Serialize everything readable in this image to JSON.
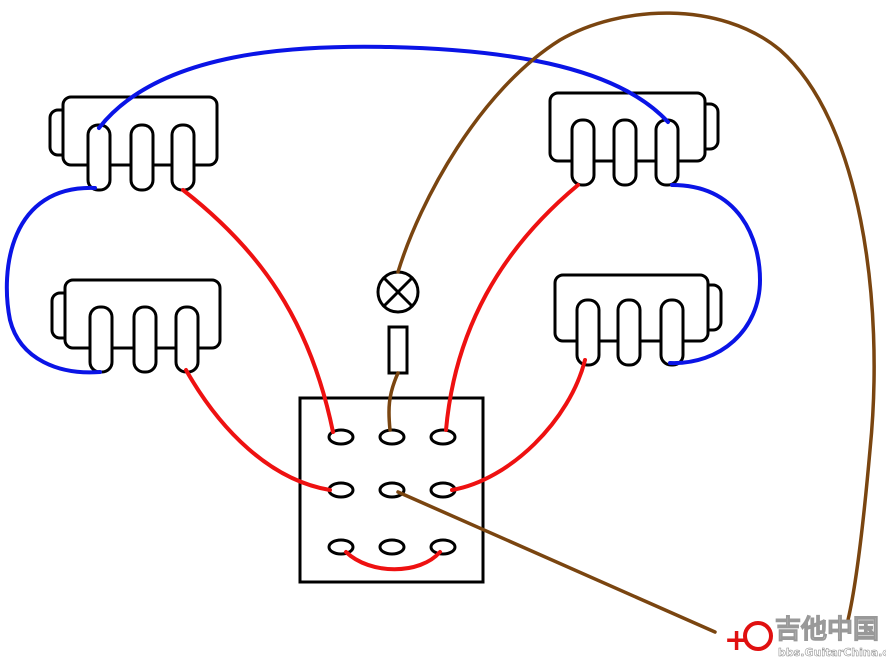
{
  "diagram": {
    "type": "guitar wiring diagram",
    "components": [
      "pickup-top-left",
      "pickup-bottom-left",
      "pickup-top-right",
      "pickup-bottom-right",
      "indicator-lamp",
      "resistor",
      "3x3-switch"
    ],
    "colors": {
      "blue_wire": "#0a14e6",
      "red_wire": "#ee1111",
      "brown_wire": "#7a4510",
      "outline": "#000000"
    }
  },
  "watermark": {
    "title": "吉他中国",
    "url": "bbs.GuitarChina.com",
    "accent": "#e01010"
  }
}
